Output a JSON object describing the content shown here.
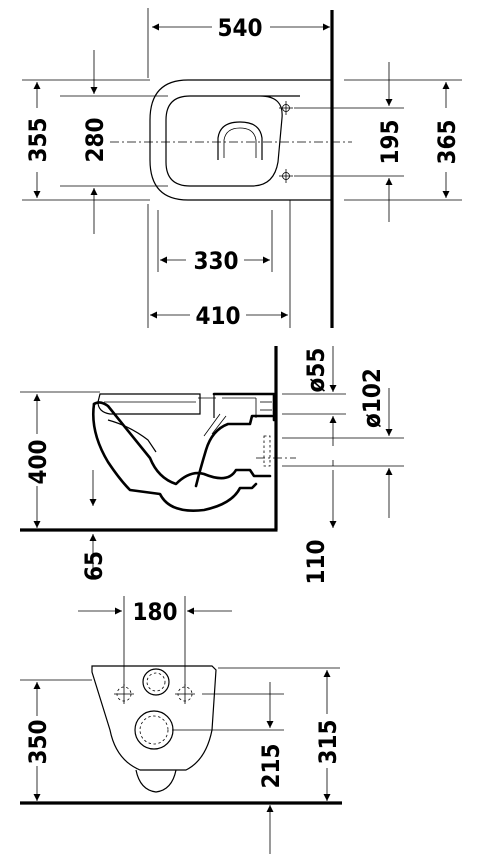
{
  "top_view": {
    "width_total": "540",
    "width_rim": "410",
    "width_seat": "330",
    "depth_total": "355",
    "depth_inner": "280",
    "fix_spacing": "195",
    "depth_right": "365"
  },
  "side_view": {
    "rim_height": "400",
    "pipe_small": "ø55",
    "pipe_large": "ø102",
    "bottom_offset": "65",
    "outlet_height": "110"
  },
  "rear_view": {
    "fix_width": "180",
    "height_total": "350",
    "height_outlet": "215",
    "height_fix": "315"
  }
}
